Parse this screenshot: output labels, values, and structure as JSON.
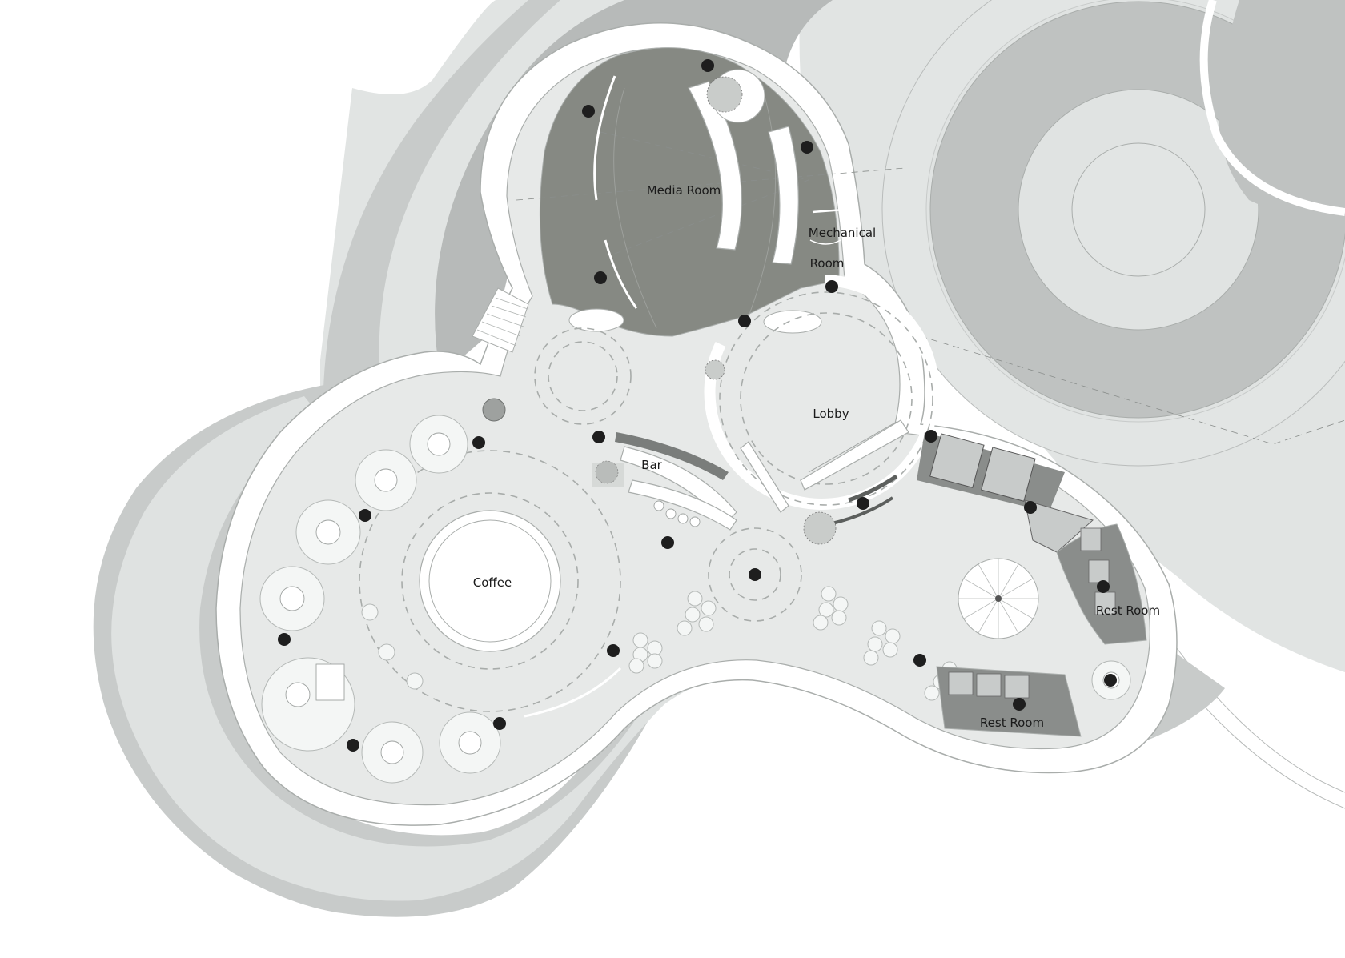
{
  "labels": {
    "media_room": "Media Room",
    "mechanical": "Mechanical",
    "room": "Room",
    "lobby": "Lobby",
    "bar": "Bar",
    "coffee": "Coffee",
    "rest_room_right": "Rest Room",
    "rest_room_bottom": "Rest Room"
  },
  "colors": {
    "background": "#ffffff",
    "outer_ring": "#e1e4e3",
    "mid_ring": "#c8cbca",
    "dark_band": "#b7bab9",
    "interior_floor": "#e7e9e8",
    "media_room_floor": "#868983",
    "rest_room_floor": "#8a8d8b",
    "column": "#1e1e1e"
  },
  "icons": {
    "column": "structural-column",
    "tree": "potted-tree",
    "stair": "spiral-staircase",
    "elevator": "elevator-shaft"
  }
}
